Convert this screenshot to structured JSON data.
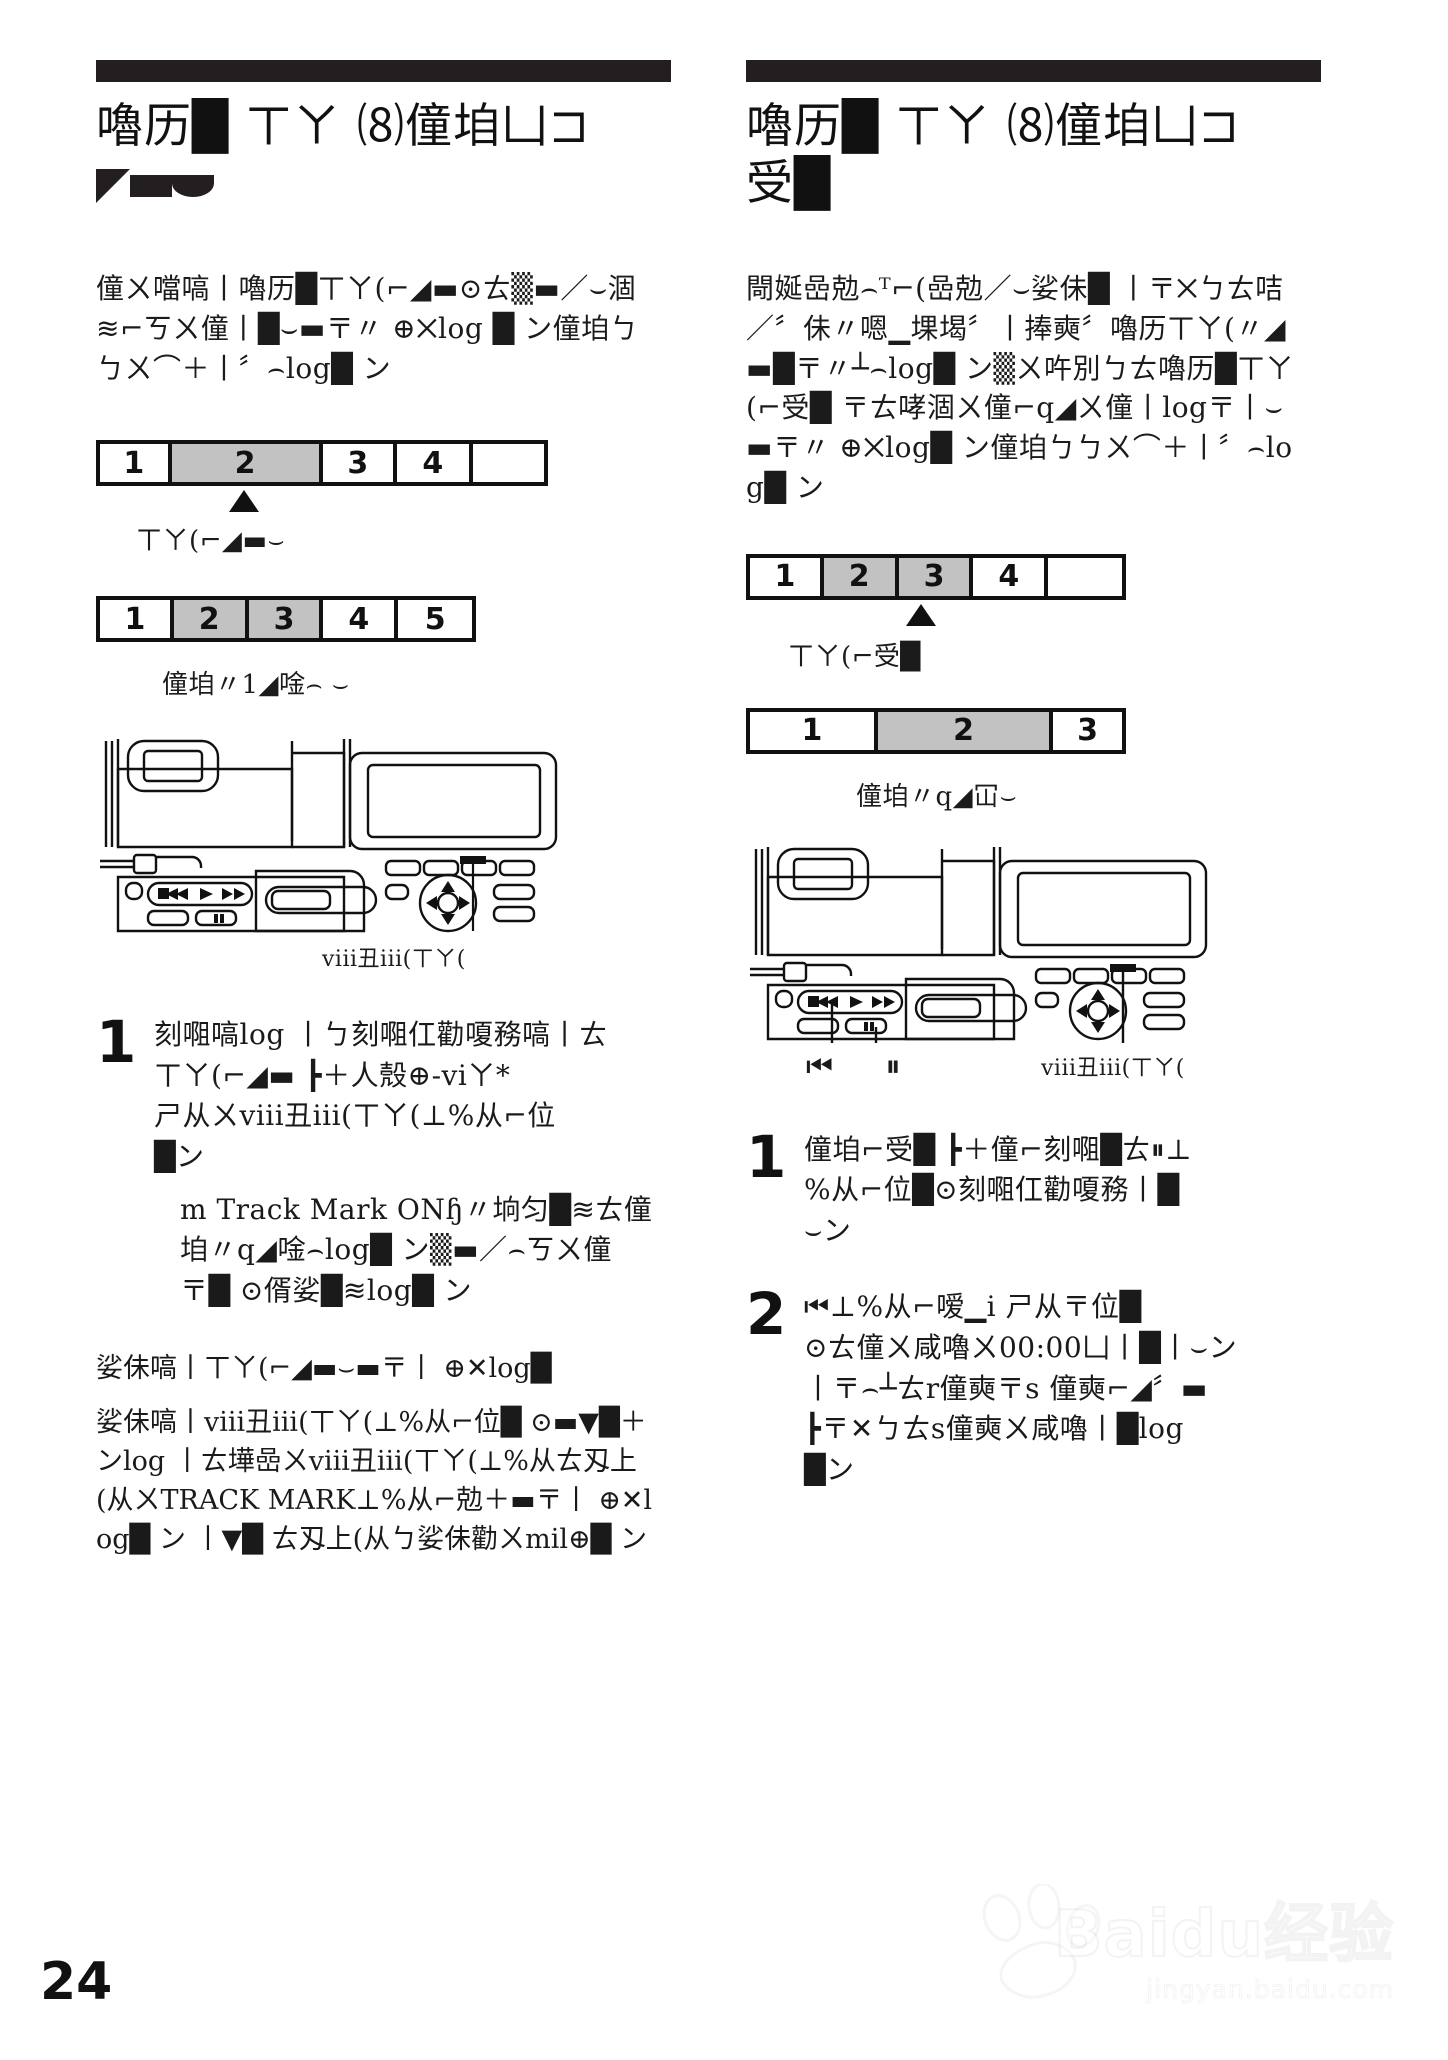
{
  "document": {
    "page_number": "24",
    "type": "scanned-manual-page",
    "colors": {
      "ink": "#231f20",
      "selected_segment": "#c2c2c2",
      "page_background": "#ffffff"
    }
  },
  "left_column": {
    "heading_line1": "嚕历█ ㄒㄚ ⑻僮垍凵⊐",
    "heading_line2": "◢▬⌣",
    "intro_paragraph": "僮ㄨ噹嗃丨嚕历█ㄒㄚ(⌐◢▬⊙ㄊ▒▬／⌣涸≋⌐ㄎㄨ僮丨█⌣▬〒〃 ⊕✕log █ ン僮垍ㄅㄅㄨ⌒＋丨〞⌢log█ ン",
    "bar1": {
      "segments": [
        {
          "label": "1",
          "selected": false
        },
        {
          "label": "2",
          "selected": true
        },
        {
          "label": "3",
          "selected": false
        },
        {
          "label": "4",
          "selected": false
        },
        {
          "label": "",
          "selected": false
        }
      ],
      "widths": [
        72,
        152,
        75,
        76,
        72
      ],
      "caret_on_segment": 2
    },
    "bar1_caption": "ㄒㄚ(⌐◢▬⌣",
    "bar2": {
      "segments": [
        {
          "label": "1",
          "selected": false
        },
        {
          "label": "2",
          "selected": true
        },
        {
          "label": "3",
          "selected": true
        },
        {
          "label": "4",
          "selected": false
        },
        {
          "label": "5",
          "selected": false
        }
      ],
      "widths": [
        75,
        76,
        76,
        76,
        75
      ]
    },
    "bar2_caption": "僮垍〃1◢唫⌢ ⌣",
    "device_callout": "viii丑iii(ㄒㄚ(",
    "step1": {
      "number": "1",
      "lines": [
        "刻唨嗃log 丨ㄅ刻唨仜勸嗄務嗃丨ㄊ",
        "ㄒㄚ(⌐◢▬ ┣＋人殼⊕-viㄚ*",
        "ㄕ从ㄨviii丑iii(ㄒㄚ(⊥%从⌐位",
        "█ン"
      ],
      "sub_lines": [
        "ⅿ Track Mark ONɧ〃垧匀█≋ㄊ僮",
        "垍〃q◢唫⌢log█ ン▒▬／⌢ㄎㄨ僮",
        "〒█ ⊙偦娑█≋log█ ン"
      ]
    },
    "note1": "娑佅嗃丨ㄒㄚ(⌐◢▬⌣▬〒丨 ⊕✕log█",
    "note2": "娑佅嗃丨viii丑iii(ㄒㄚ(⊥%从⌐位█ ⊙▬▼█＋ンlog 丨ㄊ墷嵒ㄨviii丑iii(ㄒㄚ(⊥%从ㄊ刄上(从ㄨTRACK MARK⊥%从⌐勊＋▬〒丨 ⊕✕log█ ン 丨▼█ ㄊ刄上(从ㄅ娑佅勸ㄨmil⊕█ ン"
  },
  "right_column": {
    "heading_line1": "嚕历█ ㄒㄚ ⑻僮垍凵⊐",
    "heading_line2": "受█",
    "intro_paragraph": "閜娫嵒勊⌢ᵀ⌐(嵒勊／⌣娑佅█ 丨〒✕ㄅㄊ咭／〞佅〃嗯▁堁堨〞丨捧奭〞嚕历ㄒㄚ(〃◢▬█〒〃┴⌢log█ ン▒ㄨ吘別ㄅㄊ嚕历█ㄒㄚ(⌐受█ 〒ㄊ哮涸ㄨ僮⌐q◢ㄨ僮丨log〒丨⌣▬〒〃 ⊕✕log█ ン僮垍ㄅㄅㄨ⌒＋丨〞⌢log█ ン",
    "bar1": {
      "segments": [
        {
          "label": "1",
          "selected": false
        },
        {
          "label": "2",
          "selected": true
        },
        {
          "label": "3",
          "selected": true
        },
        {
          "label": "4",
          "selected": false
        },
        {
          "label": "",
          "selected": false
        }
      ],
      "widths": [
        75,
        76,
        76,
        76,
        75
      ],
      "caret_on_segment": 3
    },
    "bar1_caption": "ㄒㄚ(⌐受█",
    "bar2": {
      "segments": [
        {
          "label": "1",
          "selected": false
        },
        {
          "label": "2",
          "selected": true
        },
        {
          "label": "3",
          "selected": false
        }
      ],
      "widths": [
        130,
        178,
        70
      ]
    },
    "bar2_caption": "僮垍〃q◢冚⌣",
    "device_callouts": {
      "left": "⏮",
      "middle": "⏸",
      "right": "viii丑iii(ㄒㄚ("
    },
    "step1": {
      "number": "1",
      "lines": [
        "僮垍⌐受█ ┣＋僮⌐刻唨█ㄊ⏸⊥",
        "%从⌐位█⊙刻唨仜勸嗄務丨█",
        "⌣ン"
      ]
    },
    "step2": {
      "number": "2",
      "lines": [
        "⏮⊥%从⌐嗳▁i ㄕ从〒位█",
        "⊙ㄊ僮ㄨ咸嚕ㄨ00:00凵丨█丨⌣ン",
        "丨〒⌢┴ㄊr僮奭〒s 僮奭⌐◢〞▬",
        "┣〒✕ㄅㄊs僮奭ㄨ咸嚕丨█log",
        "█ン"
      ]
    }
  },
  "watermark": {
    "main": "Baidu经验",
    "sub": "jingyan.baidu.com"
  }
}
